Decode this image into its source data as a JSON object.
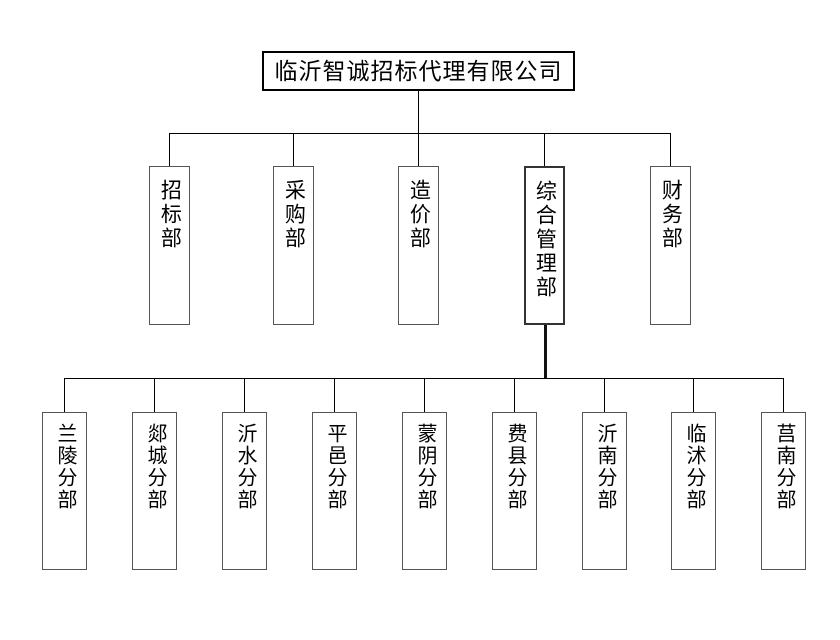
{
  "chart": {
    "title": "临沂智诚招标代理有限公司",
    "root": {
      "label": "临沂智诚招标代理有限公司"
    },
    "departments": [
      {
        "label": "招标部"
      },
      {
        "label": "采购部"
      },
      {
        "label": "造价部"
      },
      {
        "label": "综合管理部"
      },
      {
        "label": "财务部"
      }
    ],
    "branches": [
      {
        "label": "兰陵分部"
      },
      {
        "label": "郯城分部"
      },
      {
        "label": "沂水分部"
      },
      {
        "label": "平邑分部"
      },
      {
        "label": "蒙阴分部"
      },
      {
        "label": "费县分部"
      },
      {
        "label": "沂南分部"
      },
      {
        "label": "临沭分部"
      },
      {
        "label": "莒南分部"
      }
    ],
    "colors": {
      "background": "#ffffff",
      "box_border": "#555555",
      "root_border": "#000000",
      "connector": "#000000",
      "text": "#000000"
    }
  }
}
